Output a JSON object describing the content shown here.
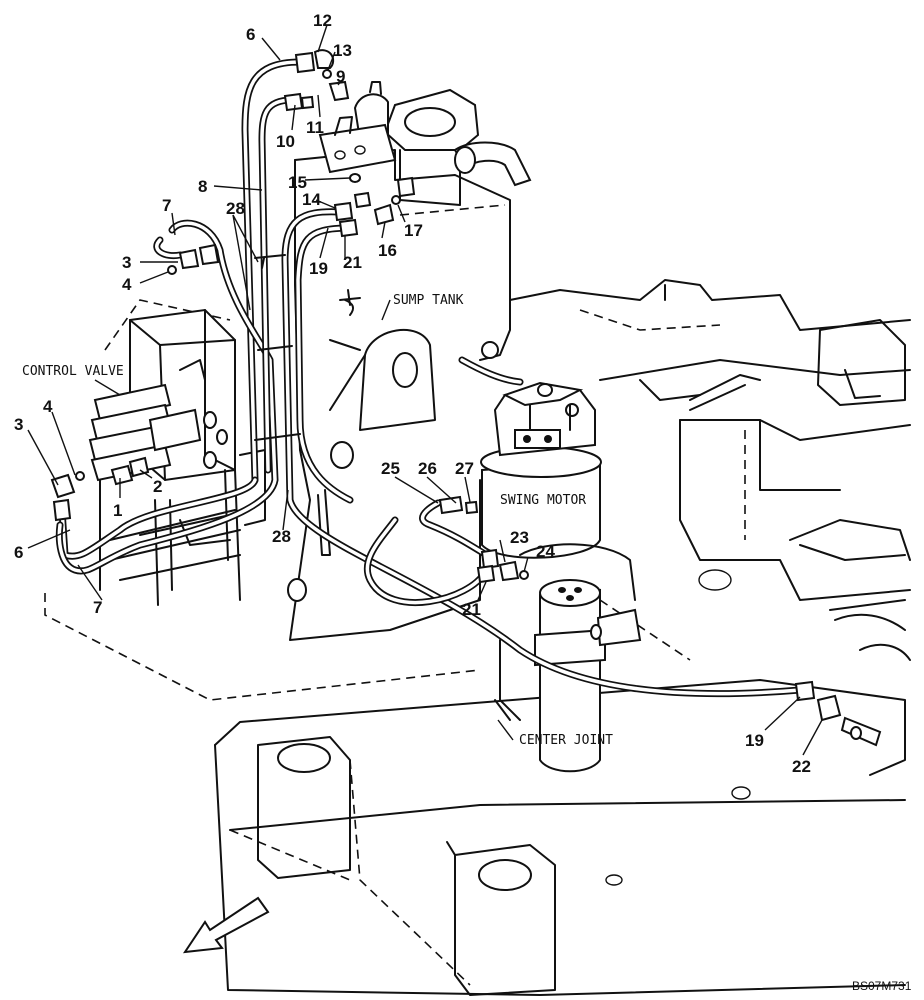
{
  "labels": {
    "sump_tank": "SUMP TANK",
    "control_valve": "CONTROL VALVE",
    "swing_motor": "SWING MOTOR",
    "center_joint": "CENTER JOINT"
  },
  "figure_code": "BS07M731",
  "callouts": {
    "c1": "1",
    "c2": "2",
    "c3a": "3",
    "c3b": "3",
    "c4a": "4",
    "c4b": "4",
    "c6a": "6",
    "c6b": "6",
    "c7a": "7",
    "c7b": "7",
    "c8": "8",
    "c9": "9",
    "c10": "10",
    "c11": "11",
    "c12": "12",
    "c13": "13",
    "c14": "14",
    "c15": "15",
    "c16": "16",
    "c17": "17",
    "c19a": "19",
    "c19b": "19",
    "c21a": "21",
    "c21b": "21",
    "c22": "22",
    "c23": "23",
    "c24": "24",
    "c25": "25",
    "c26": "26",
    "c27": "27",
    "c28a": "28",
    "c28b": "28"
  },
  "icons": {
    "direction": "front-arrow-icon"
  }
}
